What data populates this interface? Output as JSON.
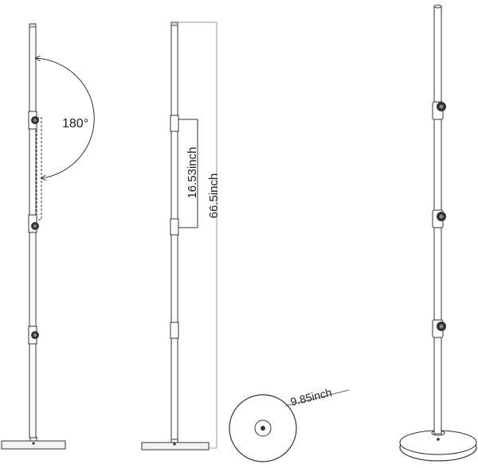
{
  "annotations": {
    "rotation_angle": "180°",
    "segment_length": "16.53inch",
    "total_height": "66.5inch",
    "base_diameter": "9.85inch"
  }
}
